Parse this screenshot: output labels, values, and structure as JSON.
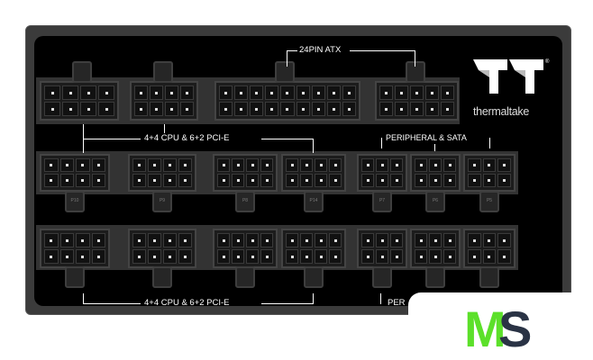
{
  "labels": {
    "atx": "24PIN ATX",
    "cpu_top": "4+4 CPU & 6+2 PCI-E",
    "peripheral": "PERIPHERAL & SATA",
    "cpu_bottom": "4+4 CPU & 6+2 PCI-E",
    "peripheral_partial": "PER"
  },
  "brand": {
    "name": "thermaltake",
    "registered": "®"
  },
  "watermark": {
    "m": "M",
    "s": "S",
    "m_color": "#5ce02a",
    "s_color": "#2a3345"
  },
  "port_labels": [
    "P10",
    "P9",
    "P8",
    "P14",
    "P7",
    "P6",
    "P5"
  ]
}
